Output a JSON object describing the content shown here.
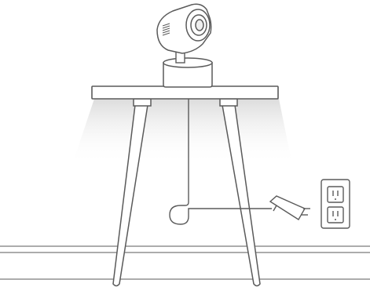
{
  "illustration": {
    "subject": "setup-illustration",
    "objects": [
      {
        "name": "projector",
        "icon": "projector-icon"
      },
      {
        "name": "side-table",
        "icon": "table-icon"
      },
      {
        "name": "power-cable",
        "icon": "cable-icon"
      },
      {
        "name": "power-adapter",
        "icon": "plug-icon"
      },
      {
        "name": "wall-outlet",
        "icon": "outlet-icon"
      },
      {
        "name": "baseboard",
        "icon": "floor-icon"
      }
    ]
  },
  "colors": {
    "stroke": "#5a5a5a",
    "shadow": "#e9e9e9",
    "background": "#ffffff"
  }
}
